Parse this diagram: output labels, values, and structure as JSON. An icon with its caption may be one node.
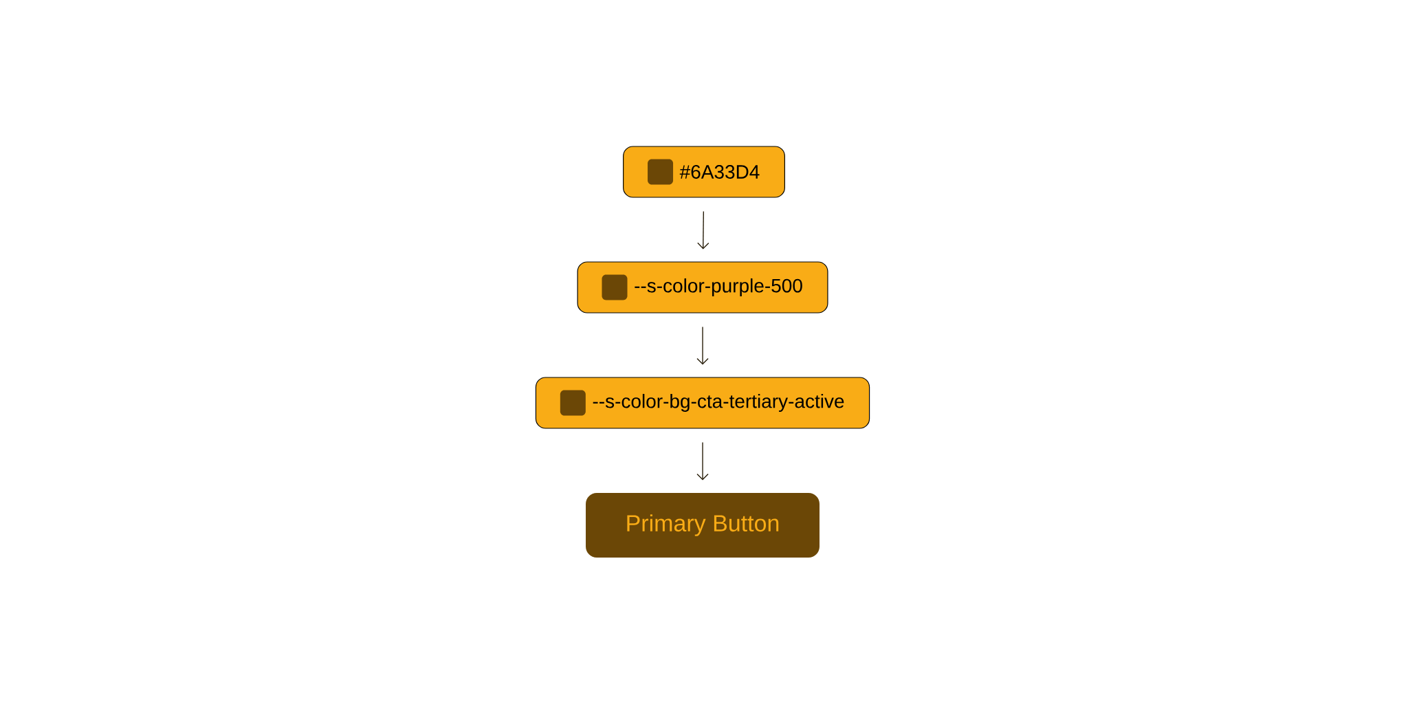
{
  "diagram": {
    "nodes": [
      {
        "text": [
          "#6A33D4"
        ]
      },
      {
        "text": [
          "--s-color-purple-500"
        ]
      },
      {
        "text": [
          "--s-color-bg-cta-tertiary-active"
        ]
      },
      {
        "text": [
          "Primary Button"
        ]
      }
    ],
    "edges": [
      {
        "from": 0,
        "to": 1,
        "arrow": "to"
      },
      {
        "from": 1,
        "to": 2,
        "arrow": "to"
      },
      {
        "from": 2,
        "to": 3,
        "arrow": "to"
      }
    ]
  }
}
